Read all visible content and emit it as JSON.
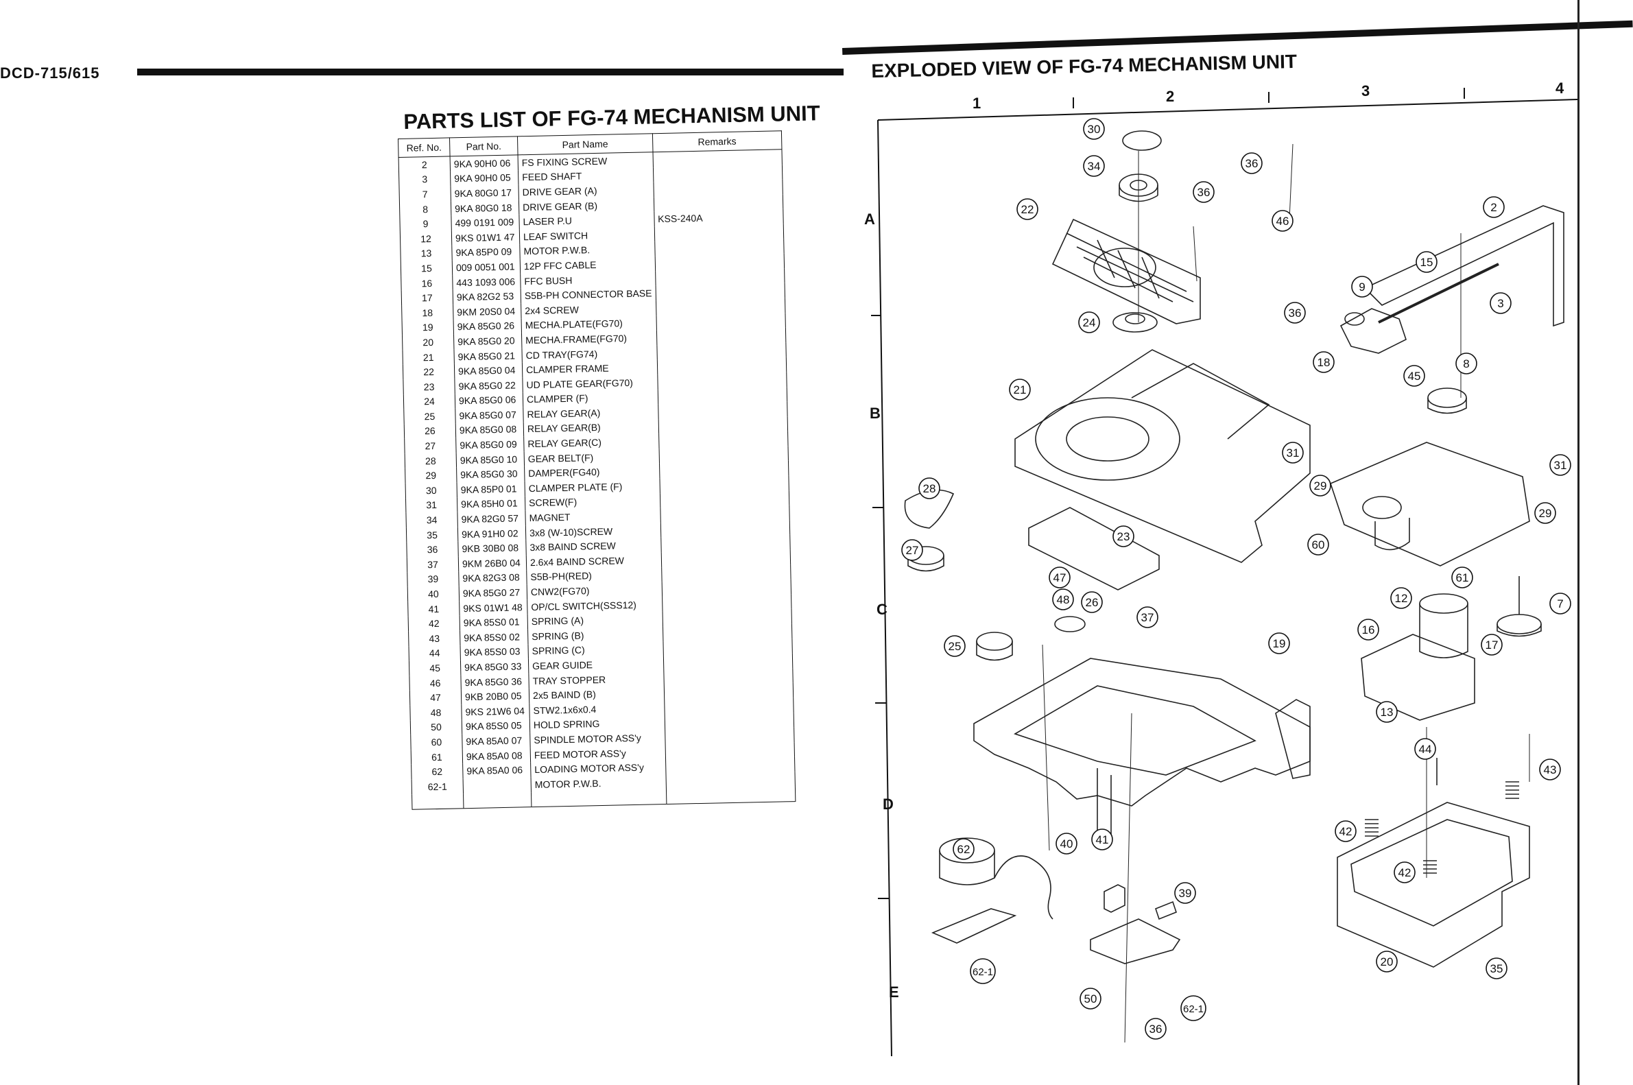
{
  "header": {
    "model": "DCD-715/615"
  },
  "parts_list": {
    "title": "PARTS LIST OF FG-74 MECHANISM UNIT",
    "columns": [
      "Ref. No.",
      "Part No.",
      "Part Name",
      "Remarks"
    ],
    "rows": [
      {
        "ref": "2",
        "part_no": "9KA 90H0 06",
        "name": "FS FIXING SCREW",
        "remarks": ""
      },
      {
        "ref": "3",
        "part_no": "9KA 90H0 05",
        "name": "FEED SHAFT",
        "remarks": ""
      },
      {
        "ref": "7",
        "part_no": "9KA 80G0 17",
        "name": "DRIVE GEAR (A)",
        "remarks": ""
      },
      {
        "ref": "8",
        "part_no": "9KA 80G0 18",
        "name": "DRIVE GEAR (B)",
        "remarks": ""
      },
      {
        "ref": "9",
        "part_no": "499 0191 009",
        "name": "LASER P.U",
        "remarks": "KSS-240A"
      },
      {
        "ref": "12",
        "part_no": "9KS 01W1 47",
        "name": "LEAF SWITCH",
        "remarks": ""
      },
      {
        "ref": "13",
        "part_no": "9KA 85P0 09",
        "name": "MOTOR P.W.B.",
        "remarks": ""
      },
      {
        "ref": "15",
        "part_no": "009 0051 001",
        "name": "12P FFC CABLE",
        "remarks": ""
      },
      {
        "ref": "16",
        "part_no": "443 1093 006",
        "name": "FFC BUSH",
        "remarks": ""
      },
      {
        "ref": "17",
        "part_no": "9KA 82G2 53",
        "name": "S5B-PH CONNECTOR BASE",
        "remarks": ""
      },
      {
        "ref": "18",
        "part_no": "9KM 20S0 04",
        "name": "2x4 SCREW",
        "remarks": ""
      },
      {
        "ref": "19",
        "part_no": "9KA 85G0 26",
        "name": "MECHA.PLATE(FG70)",
        "remarks": ""
      },
      {
        "ref": "20",
        "part_no": "9KA 85G0 20",
        "name": "MECHA.FRAME(FG70)",
        "remarks": ""
      },
      {
        "ref": "21",
        "part_no": "9KA 85G0 21",
        "name": "CD TRAY(FG74)",
        "remarks": ""
      },
      {
        "ref": "22",
        "part_no": "9KA 85G0 04",
        "name": "CLAMPER FRAME",
        "remarks": ""
      },
      {
        "ref": "23",
        "part_no": "9KA 85G0 22",
        "name": "UD PLATE GEAR(FG70)",
        "remarks": ""
      },
      {
        "ref": "24",
        "part_no": "9KA 85G0 06",
        "name": "CLAMPER (F)",
        "remarks": ""
      },
      {
        "ref": "25",
        "part_no": "9KA 85G0 07",
        "name": "RELAY GEAR(A)",
        "remarks": ""
      },
      {
        "ref": "26",
        "part_no": "9KA 85G0 08",
        "name": "RELAY GEAR(B)",
        "remarks": ""
      },
      {
        "ref": "27",
        "part_no": "9KA 85G0 09",
        "name": "RELAY GEAR(C)",
        "remarks": ""
      },
      {
        "ref": "28",
        "part_no": "9KA 85G0 10",
        "name": "GEAR BELT(F)",
        "remarks": ""
      },
      {
        "ref": "29",
        "part_no": "9KA 85G0 30",
        "name": "DAMPER(FG40)",
        "remarks": ""
      },
      {
        "ref": "30",
        "part_no": "9KA 85P0 01",
        "name": "CLAMPER PLATE (F)",
        "remarks": ""
      },
      {
        "ref": "31",
        "part_no": "9KA 85H0 01",
        "name": "SCREW(F)",
        "remarks": ""
      },
      {
        "ref": "34",
        "part_no": "9KA 82G0 57",
        "name": "MAGNET",
        "remarks": ""
      },
      {
        "ref": "35",
        "part_no": "9KA 91H0 02",
        "name": "3x8 (W-10)SCREW",
        "remarks": ""
      },
      {
        "ref": "36",
        "part_no": "9KB 30B0 08",
        "name": "3x8 BAIND SCREW",
        "remarks": ""
      },
      {
        "ref": "37",
        "part_no": "9KM 26B0 04",
        "name": "2.6x4 BAIND SCREW",
        "remarks": ""
      },
      {
        "ref": "39",
        "part_no": "9KA 82G3 08",
        "name": "S5B-PH(RED)",
        "remarks": ""
      },
      {
        "ref": "40",
        "part_no": "9KA 85G0 27",
        "name": "CNW2(FG70)",
        "remarks": ""
      },
      {
        "ref": "41",
        "part_no": "9KS 01W1 48",
        "name": "OP/CL SWITCH(SSS12)",
        "remarks": ""
      },
      {
        "ref": "42",
        "part_no": "9KA 85S0 01",
        "name": "SPRING (A)",
        "remarks": ""
      },
      {
        "ref": "43",
        "part_no": "9KA 85S0 02",
        "name": "SPRING (B)",
        "remarks": ""
      },
      {
        "ref": "44",
        "part_no": "9KA 85S0 03",
        "name": "SPRING (C)",
        "remarks": ""
      },
      {
        "ref": "45",
        "part_no": "9KA 85G0 33",
        "name": "GEAR GUIDE",
        "remarks": ""
      },
      {
        "ref": "46",
        "part_no": "9KA 85G0 36",
        "name": "TRAY STOPPER",
        "remarks": ""
      },
      {
        "ref": "47",
        "part_no": "9KB 20B0 05",
        "name": "2x5 BAIND (B)",
        "remarks": ""
      },
      {
        "ref": "48",
        "part_no": "9KS 21W6 04",
        "name": "STW2.1x6x0.4",
        "remarks": ""
      },
      {
        "ref": "50",
        "part_no": "9KA 85S0 05",
        "name": "HOLD SPRING",
        "remarks": ""
      },
      {
        "ref": "60",
        "part_no": "9KA 85A0 07",
        "name": "SPINDLE MOTOR ASS'y",
        "remarks": ""
      },
      {
        "ref": "61",
        "part_no": "9KA 85A0 08",
        "name": "FEED MOTOR ASS'y",
        "remarks": ""
      },
      {
        "ref": "62",
        "part_no": "9KA 85A0 06",
        "name": "LOADING MOTOR ASS'y",
        "remarks": ""
      },
      {
        "ref": "62-1",
        "part_no": "",
        "name": "MOTOR P.W.B.",
        "remarks": ""
      }
    ]
  },
  "exploded_view": {
    "title": "EXPLODED VIEW OF FG-74 MECHANISM UNIT",
    "columns": [
      "1",
      "2",
      "3",
      "4"
    ],
    "rows": [
      "A",
      "B",
      "C",
      "D",
      "E"
    ],
    "callouts": [
      "30",
      "34",
      "36",
      "36",
      "22",
      "46",
      "2",
      "15",
      "9",
      "3",
      "24",
      "36",
      "18",
      "45",
      "8",
      "21",
      "31",
      "29",
      "31",
      "29",
      "60",
      "28",
      "27",
      "23",
      "47",
      "48",
      "26",
      "37",
      "12",
      "61",
      "7",
      "16",
      "17",
      "25",
      "19",
      "13",
      "44",
      "43",
      "42",
      "42",
      "62",
      "40",
      "41",
      "39",
      "20",
      "35",
      "62-1",
      "50",
      "62-1",
      "36"
    ]
  }
}
